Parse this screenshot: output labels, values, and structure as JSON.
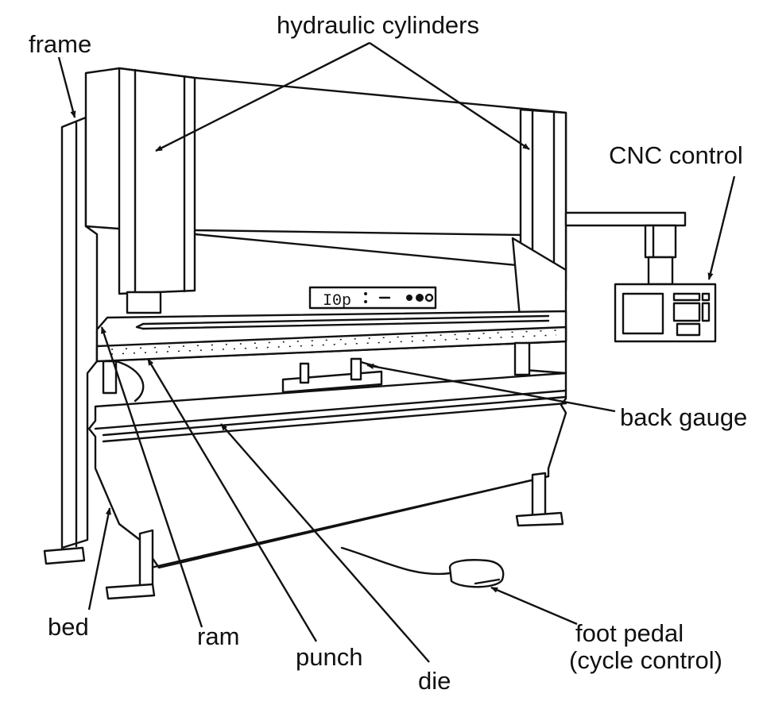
{
  "labels": {
    "frame": "frame",
    "hydraulic_cylinders": "hydraulic cylinders",
    "cnc_control": "CNC control",
    "back_gauge": "back gauge",
    "bed": "bed",
    "ram": "ram",
    "punch": "punch",
    "die": "die",
    "foot_pedal_line1": "foot pedal",
    "foot_pedal_line2": "(cycle control)"
  },
  "colors": {
    "line": "#111111",
    "background": "#ffffff"
  }
}
